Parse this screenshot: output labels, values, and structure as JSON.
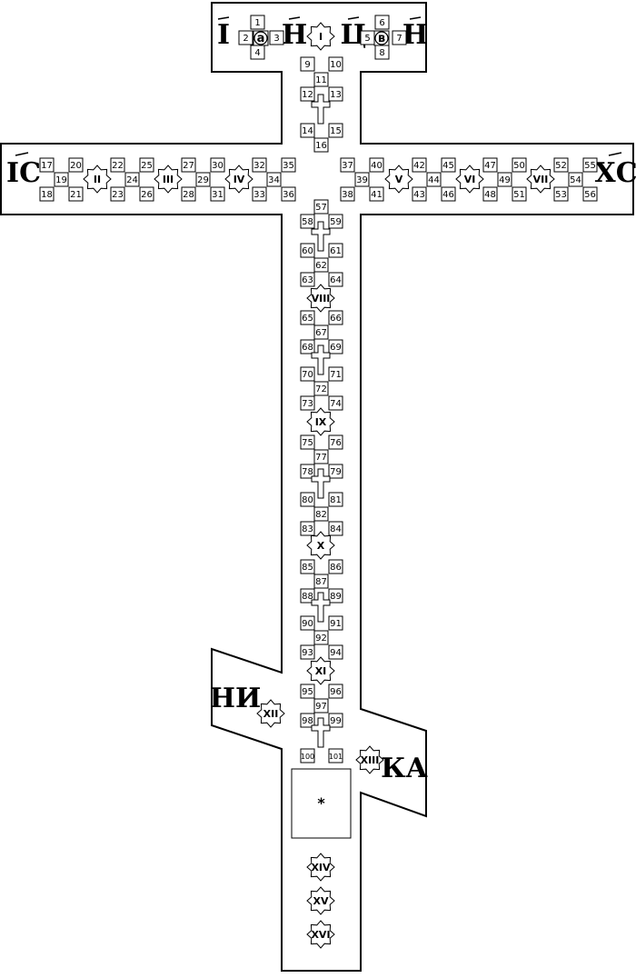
{
  "inscriptions": {
    "top_i": "І",
    "top_n1": "Н",
    "top_ts": "Ц",
    "top_n2": "Н",
    "left_ic": "ІС",
    "right_xc": "ХС",
    "nika_left": "НИ",
    "nika_right": "КА"
  },
  "letters": {
    "a": "а",
    "b": "в"
  },
  "asterisk": "*",
  "numbers": [
    "1",
    "2",
    "3",
    "4",
    "5",
    "6",
    "7",
    "8",
    "9",
    "10",
    "11",
    "12",
    "13",
    "14",
    "15",
    "16",
    "17",
    "18",
    "19",
    "20",
    "21",
    "22",
    "23",
    "24",
    "25",
    "26",
    "27",
    "28",
    "29",
    "30",
    "31",
    "32",
    "33",
    "34",
    "35",
    "36",
    "37",
    "38",
    "39",
    "40",
    "41",
    "42",
    "43",
    "44",
    "45",
    "46",
    "47",
    "48",
    "49",
    "50",
    "51",
    "52",
    "53",
    "54",
    "55",
    "56",
    "57",
    "58",
    "59",
    "60",
    "61",
    "62",
    "63",
    "64",
    "65",
    "66",
    "67",
    "68",
    "69",
    "70",
    "71",
    "72",
    "73",
    "74",
    "75",
    "76",
    "77",
    "78",
    "79",
    "80",
    "81",
    "82",
    "83",
    "84",
    "85",
    "86",
    "87",
    "88",
    "89",
    "90",
    "91",
    "92",
    "93",
    "94",
    "95",
    "96",
    "97",
    "98",
    "99",
    "100",
    "101"
  ],
  "romans": [
    "I",
    "II",
    "III",
    "IV",
    "V",
    "VI",
    "VII",
    "VIII",
    "IX",
    "X",
    "XI",
    "XII",
    "XIII",
    "XIV",
    "XV",
    "XVI"
  ]
}
